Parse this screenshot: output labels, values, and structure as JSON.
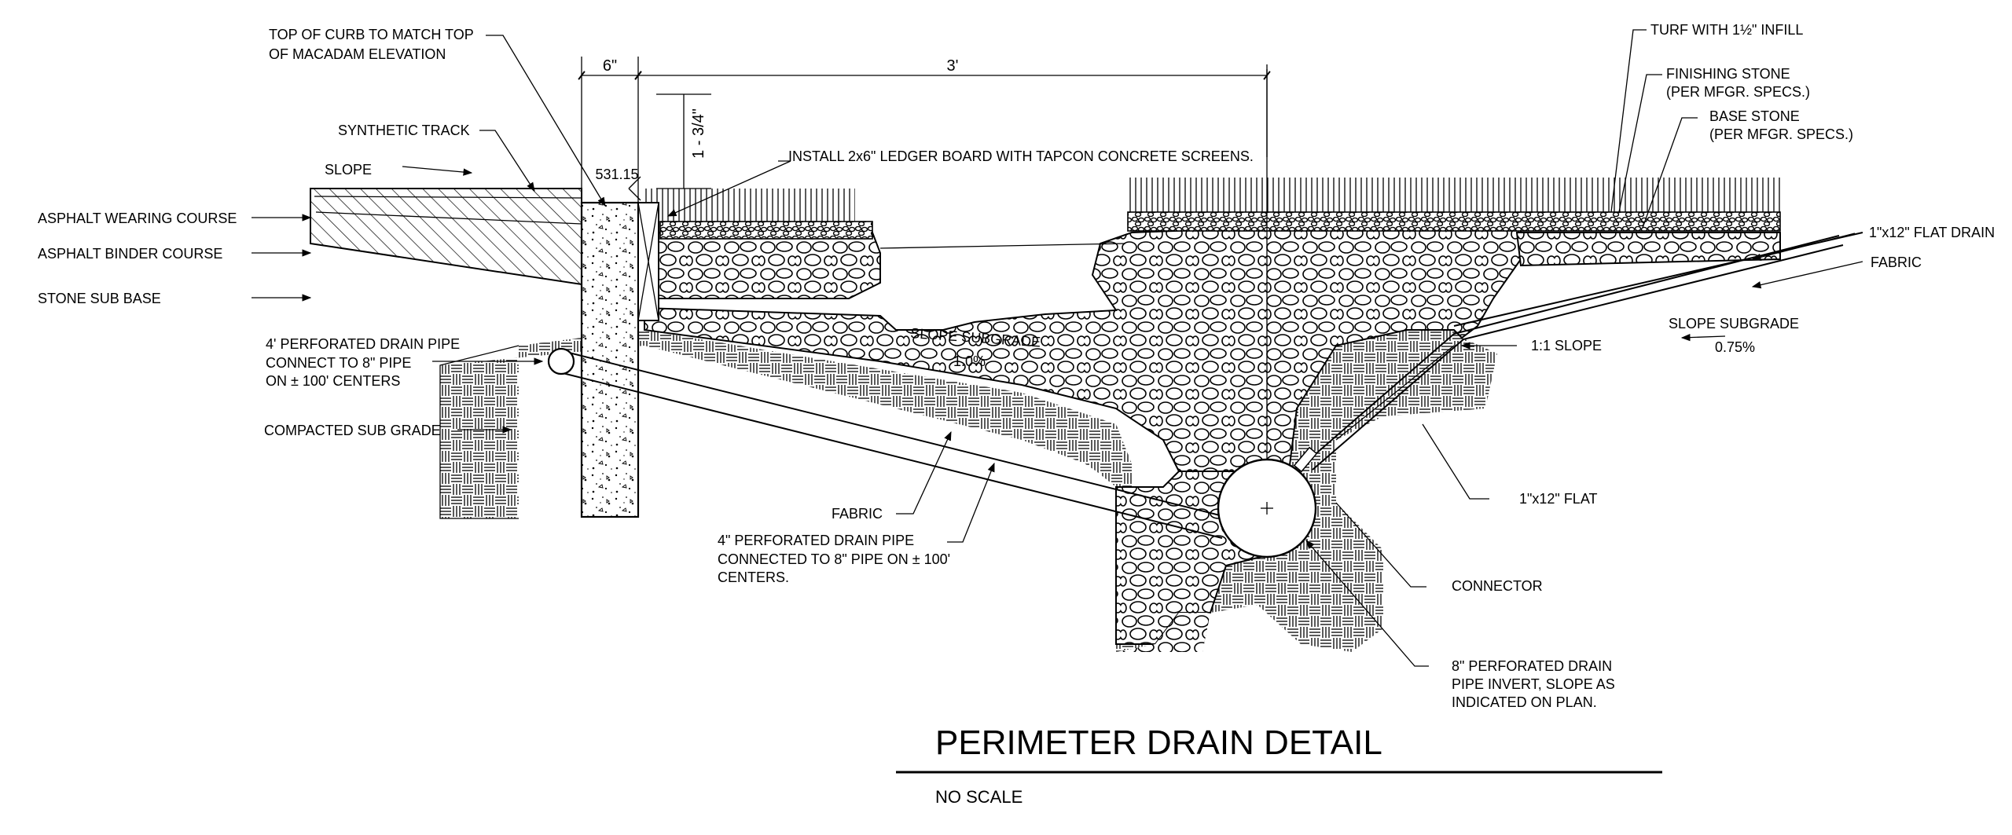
{
  "title": "PERIMETER DRAIN DETAIL",
  "scale_note": "NO SCALE",
  "dimensions": {
    "curb_width": "6\"",
    "span": "3'",
    "depth": "1 - 3/4\"",
    "elevation": "531.15"
  },
  "labels": {
    "top_of_curb_1": "TOP OF CURB TO MATCH TOP",
    "top_of_curb_2": "OF MACADAM ELEVATION",
    "synthetic_track": "SYNTHETIC TRACK",
    "slope": "SLOPE",
    "asphalt_wearing": "ASPHALT WEARING COURSE",
    "asphalt_binder": "ASPHALT BINDER COURSE",
    "stone_sub_base": "STONE SUB BASE",
    "perf_pipe_left_1": "4' PERFORATED DRAIN PIPE",
    "perf_pipe_left_2": "CONNECT TO 8\" PIPE",
    "perf_pipe_left_3": "ON ± 100' CENTERS",
    "compacted_sub_grade": "COMPACTED SUB GRADE",
    "ledger_board": "INSTALL 2x6\" LEDGER BOARD WITH TAPCON CONCRETE SCREENS.",
    "slope_subgrade_mid": "SLOPE SUBGRADE",
    "slope_mid_pct": "1.0%",
    "fabric_bottom": "FABRIC",
    "perf_pipe_bottom_1": "4\" PERFORATED DRAIN PIPE",
    "perf_pipe_bottom_2": "CONNECTED TO 8\" PIPE ON ± 100'",
    "perf_pipe_bottom_3": "CENTERS.",
    "turf_infill": "TURF WITH 1½\" INFILL",
    "finishing_stone_1": "FINISHING STONE",
    "finishing_stone_2": "(PER MFGR. SPECS.)",
    "base_stone_1": "BASE STONE",
    "base_stone_2": "(PER MFGR. SPECS.)",
    "flat_drain": "1\"x12\" FLAT DRAIN",
    "fabric_right": "FABRIC",
    "slope_subgrade_right": "SLOPE SUBGRADE",
    "slope_right_pct": "0.75%",
    "slope_1_1": "1:1 SLOPE",
    "flat_1x12": "1\"x12\" FLAT",
    "connector": "CONNECTOR",
    "pipe_invert_1": "8\" PERFORATED  DRAIN",
    "pipe_invert_2": "PIPE INVERT, SLOPE AS",
    "pipe_invert_3": "INDICATED ON PLAN."
  }
}
